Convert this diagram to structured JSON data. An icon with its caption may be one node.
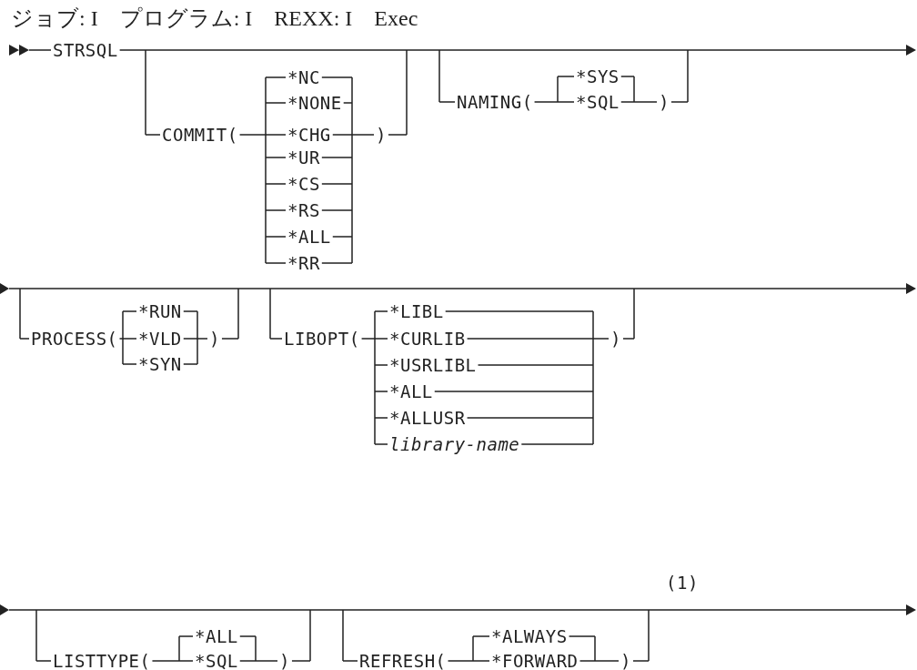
{
  "diagram": {
    "title": "ジョブ: I　プログラム: I　REXX: I　Exec",
    "labels": [
      "STRSQL",
      "*NC",
      "*NONE",
      "COMMIT(",
      "*CHG",
      ")",
      "*UR",
      "*CS",
      "*RS",
      "*ALL",
      "*RR",
      "*SYS",
      "NAMING(",
      "*SQL",
      ")",
      "*RUN",
      "PROCESS(",
      "*VLD",
      ")",
      "*SYN",
      "*LIBL",
      "LIBOPT(",
      "*CURLIB",
      ")",
      "*USRLIBL",
      "*ALL",
      "*ALLUSR",
      "library-name",
      "(1)",
      "*ALL",
      "LISTTYPE(",
      "*SQL",
      ")",
      "*ALWAYS",
      "REFRESH(",
      "*FORWARD",
      ")"
    ]
  }
}
